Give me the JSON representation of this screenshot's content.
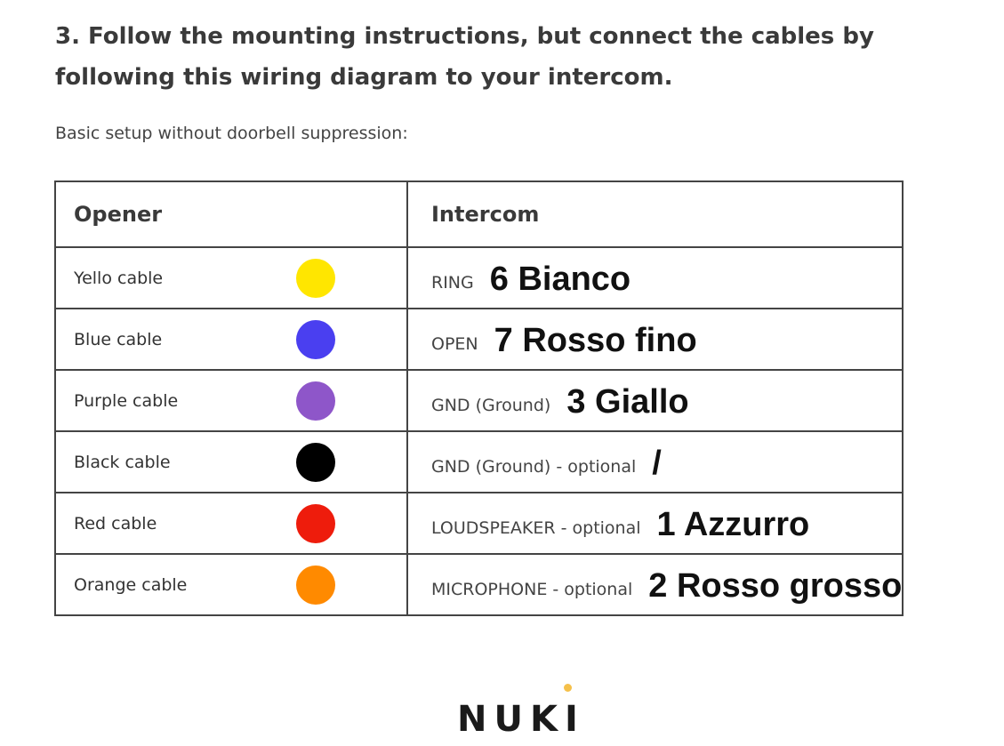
{
  "heading": "3. Follow the mounting instructions, but connect the cables by following this wiring diagram to your intercom.",
  "subheading": "Basic setup without doorbell suppression:",
  "table": {
    "headers": {
      "opener": "Opener",
      "intercom": "Intercom"
    },
    "rows": [
      {
        "cable": "Yello cable",
        "color": "#ffe600",
        "intercom": "RING",
        "note": "6 Bianco"
      },
      {
        "cable": "Blue cable",
        "color": "#4a3ff0",
        "intercom": "OPEN",
        "note": "7 Rosso fino"
      },
      {
        "cable": "Purple cable",
        "color": "#8e56c9",
        "intercom": "GND (Ground)",
        "note": "3 Giallo"
      },
      {
        "cable": "Black cable",
        "color": "#000000",
        "intercom": "GND (Ground) - optional",
        "note": "/"
      },
      {
        "cable": "Red cable",
        "color": "#ee1c0c",
        "intercom": "LOUDSPEAKER - optional",
        "note": "1 Azzurro"
      },
      {
        "cable": "Orange cable",
        "color": "#ff8a00",
        "intercom": "MICROPHONE - optional",
        "note": "2 Rosso grosso"
      }
    ]
  },
  "logo": {
    "text": "NUKI",
    "dot_color": "#f5c04a"
  }
}
